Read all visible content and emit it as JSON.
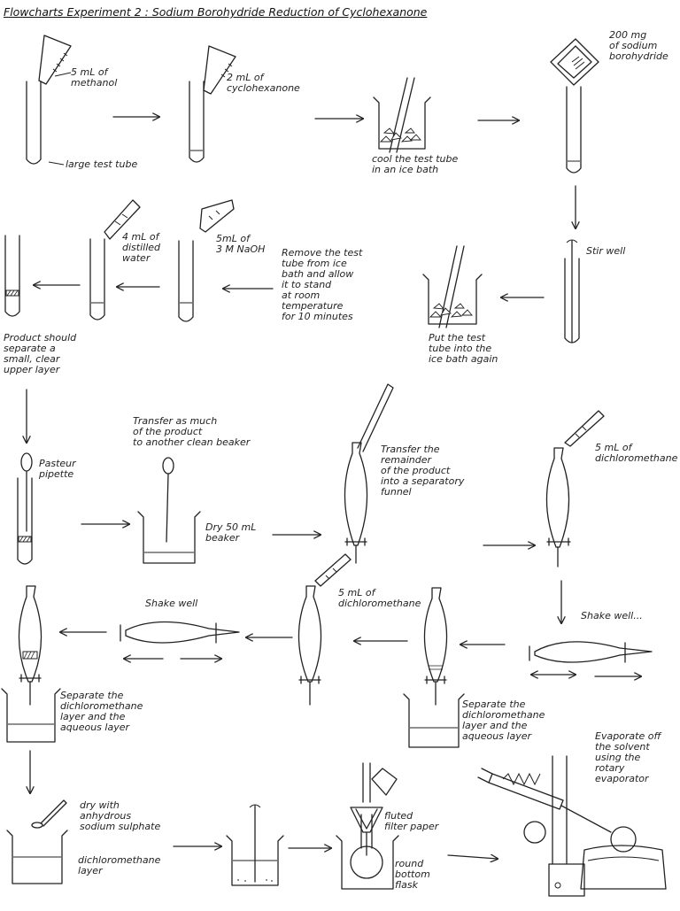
{
  "title": "Flowcharts Experiment 2 : Sodium Borohydride Reduction of Cyclohexanone",
  "labels": {
    "methanol": "5 mL of\nmethanol",
    "large_tube": "large test tube",
    "cyclohexanone": "2 mL of\ncyclohexanone",
    "cool_ice": "cool the test tube\nin an ice bath",
    "nabh4": "200 mg\nof sodium\nborohydride",
    "stir": "Stir well",
    "ice_again": "Put the test\ntube into the\nice bath again",
    "remove": "Remove the test\ntube from ice\nbath and allow\nit to stand\nat room\ntemperature\nfor 10 minutes",
    "naoh": "5mL of\n3 M NaOH",
    "water": "4 mL of\ndistilled\nwater",
    "product_sep": "Product should\nseparate a\nsmall, clear\nupper layer",
    "pasteur": "Pasteur\npipette",
    "transfer_beaker": "Transfer as much\nof the product\nto another clean beaker",
    "dry_beaker": "Dry 50 mL\nbeaker",
    "transfer_funnel": "Transfer the\nremainder\nof the product\ninto a separatory\nfunnel",
    "dcm1": "5 mL of\ndichloromethane",
    "shake1": "Shake well...",
    "sep1": "Separate the\ndichloromethane\nlayer and the\naqueous layer",
    "dcm2": "5 mL of\ndichloromethane",
    "shake2": "Shake well",
    "sep2": "Separate the\ndichloromethane\nlayer and the\naqueous layer",
    "dry_na2so4": "dry with\nanhydrous\nsodium sulphate",
    "dcm_layer": "dichloromethane\nlayer",
    "filter": "fluted\nfilter paper",
    "rbf": "round\nbottom\nflask",
    "evaporate": "Evaporate off\nthe solvent\nusing the\nrotary\nevaporator"
  }
}
